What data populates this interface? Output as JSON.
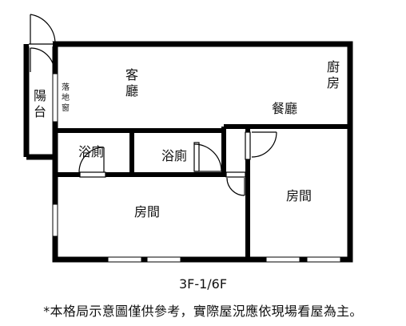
{
  "rooms": {
    "living": "客\n廳",
    "kitchen": "廚\n房",
    "dining": "餐廳",
    "balcony": "陽\n台",
    "french_window": "落地窗",
    "bath_left": "浴廁",
    "bath_right": "浴廁",
    "bedroom_left": "房間",
    "bedroom_right": "房間"
  },
  "floor_label": "3F-1/6F",
  "disclaimer": "*本格局示意圖僅供參考，實際屋況應依現場看屋為主。"
}
